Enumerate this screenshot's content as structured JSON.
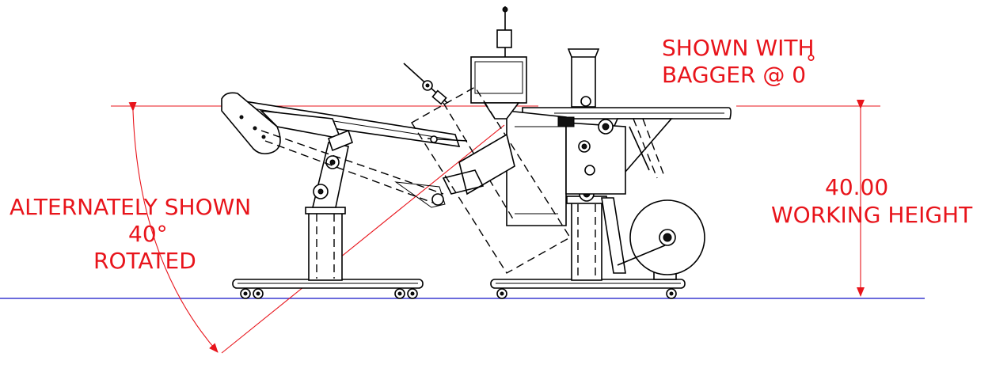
{
  "annotations": {
    "shown_with_line1": "SHOWN WITH",
    "shown_with_line2": "BAGGER @ 0",
    "degree_mark": "°",
    "alternate_line1": "ALTERNATELY SHOWN",
    "alternate_line2": "40°",
    "alternate_line3": "ROTATED",
    "dimension_value": "40.00",
    "dimension_label": "WORKING HEIGHT"
  },
  "colors": {
    "annotation": "#e8141b",
    "floor_line": "#3a3ad0",
    "linework": "#000000",
    "background": "#ffffff"
  },
  "icons": {
    "dimension_arrow": "arrowhead",
    "film_roll": "roll-icon",
    "caster_wheel": "wheel-icon"
  }
}
